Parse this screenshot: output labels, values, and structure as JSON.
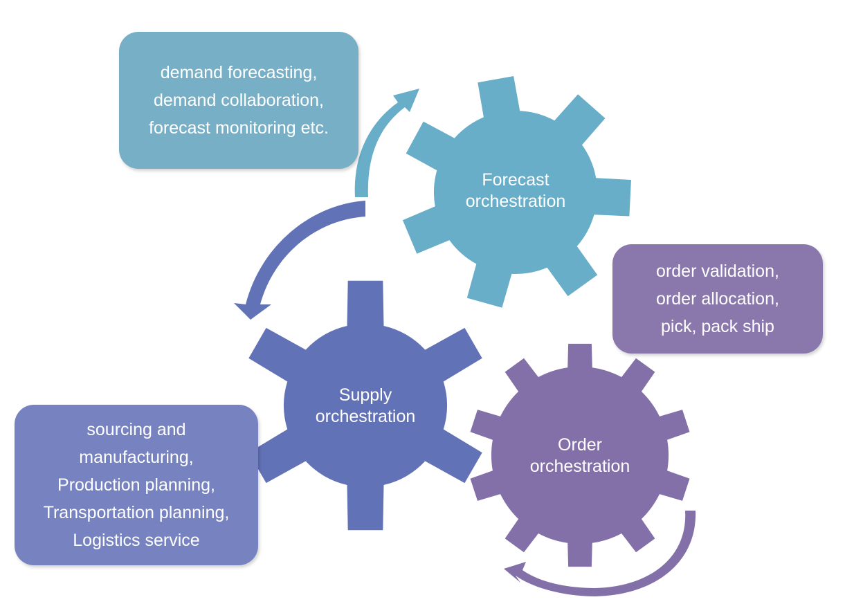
{
  "colors": {
    "forecast": "#68AEC8",
    "forecast_box": "#77B0C6",
    "supply": "#6272B6",
    "supply_box": "#7783C0",
    "order": "#8470A8",
    "order_box": "#8A78AD",
    "text": "#FFFFFF"
  },
  "gears": [
    {
      "id": "forecast",
      "label_lines": [
        "Forecast",
        "orchestration"
      ]
    },
    {
      "id": "supply",
      "label_lines": [
        "Supply",
        "orchestration"
      ]
    },
    {
      "id": "order",
      "label_lines": [
        "Order",
        "orchestration"
      ]
    }
  ],
  "boxes": [
    {
      "id": "forecast",
      "lines": [
        "demand forecasting,",
        "demand collaboration,",
        "forecast monitoring etc."
      ]
    },
    {
      "id": "order",
      "lines": [
        "order validation,",
        "order allocation,",
        "pick, pack ship"
      ]
    },
    {
      "id": "supply",
      "lines": [
        "sourcing and",
        "manufacturing,",
        "Production planning,",
        "Transportation planning,",
        "Logistics service"
      ]
    }
  ],
  "arrows": [
    {
      "id": "forecast-arrow",
      "color_key": "forecast",
      "direction": "clockwise"
    },
    {
      "id": "supply-arrow",
      "color_key": "supply",
      "direction": "counter-clockwise"
    },
    {
      "id": "order-arrow",
      "color_key": "order",
      "direction": "clockwise"
    }
  ]
}
